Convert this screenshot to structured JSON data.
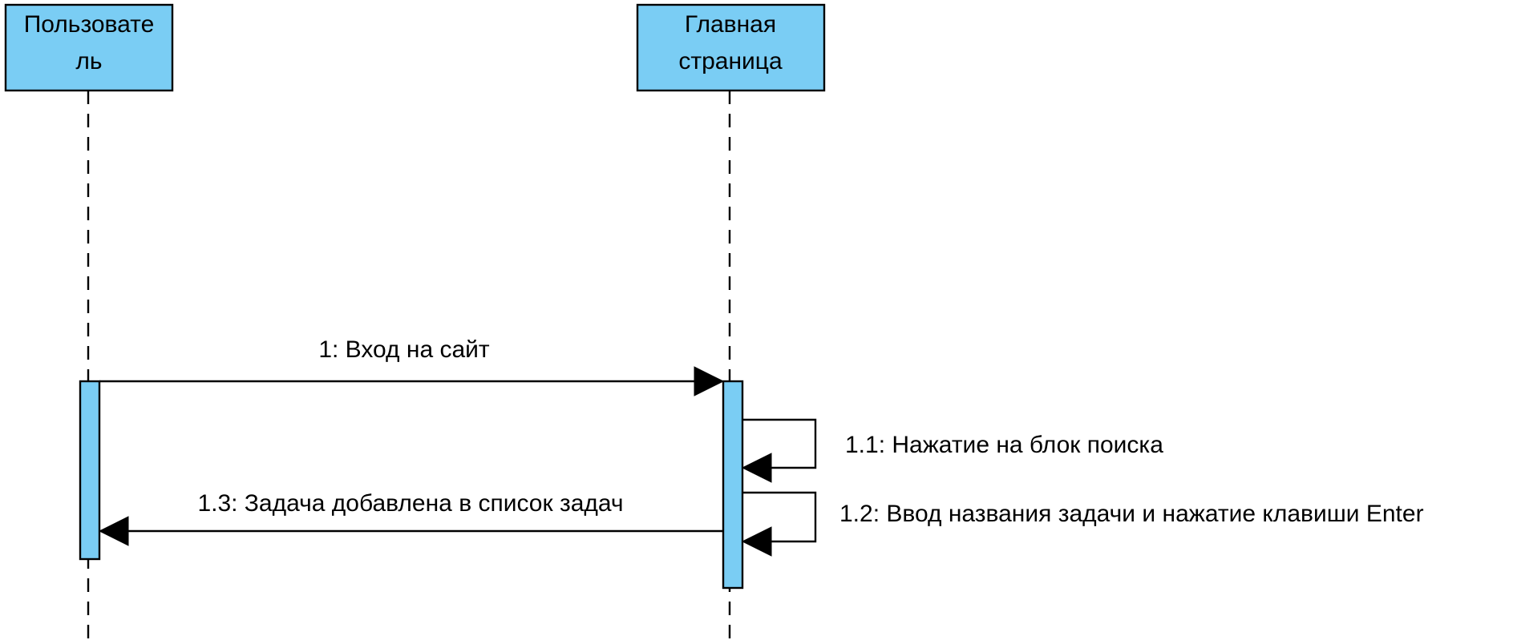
{
  "colors": {
    "participant_fill": "#7acdf4",
    "activation_fill": "#7acdf4",
    "line": "#000000",
    "background": "#ffffff"
  },
  "participants": [
    {
      "line1": "Пользовате",
      "line2": "ль"
    },
    {
      "line1": "Главная",
      "line2": "страница"
    }
  ],
  "messages": [
    {
      "label": "1: Вход на сайт",
      "from": 0,
      "to": 1,
      "kind": "call"
    },
    {
      "label": "1.1: Нажатие на блок поиска",
      "from": 1,
      "to": 1,
      "kind": "self"
    },
    {
      "label": "1.2: Ввод названия задачи и нажатие клавиши Enter",
      "from": 1,
      "to": 1,
      "kind": "self"
    },
    {
      "label": "1.3: Задача добавлена в список задач",
      "from": 1,
      "to": 0,
      "kind": "return"
    }
  ]
}
